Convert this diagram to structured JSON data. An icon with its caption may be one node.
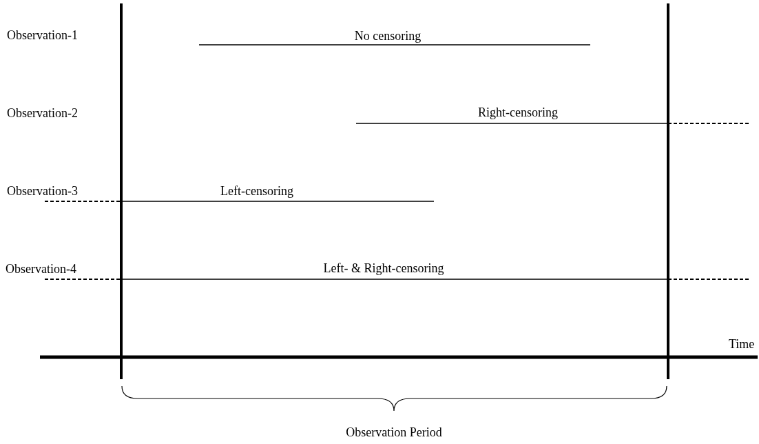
{
  "diagram": {
    "labels": [
      "Observation-1",
      "No censoring",
      "Observation-2",
      "Right-censoring",
      "Observation-3",
      "Left-censoring",
      "Observation-4",
      "Left- & Right-censoring",
      "Time",
      "Observation Period"
    ]
  }
}
